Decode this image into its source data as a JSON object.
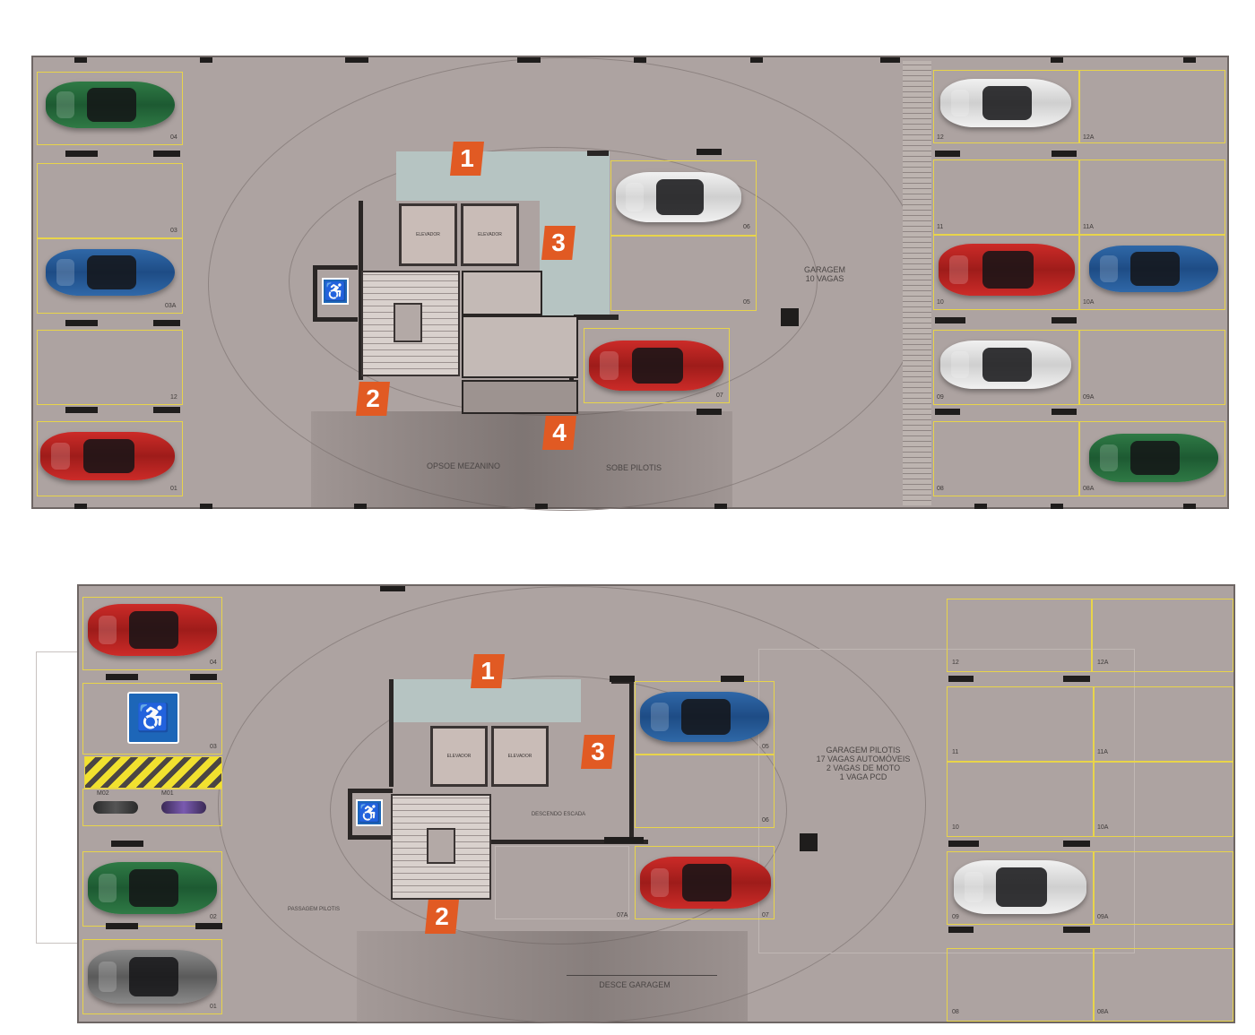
{
  "colors": {
    "floor": "#ada3a1",
    "marker": "#e15a23",
    "pcd_blue": "#1d66b8",
    "spot_line": "#e8d44a"
  },
  "icons": {
    "accessible": "wheelchair-icon",
    "pcd_sign": "accessible-parking-icon"
  },
  "top_plan": {
    "markers": [
      "1",
      "2",
      "3",
      "4"
    ],
    "elevator_left": "ELEVADOR",
    "elevator_right": "ELEVADOR",
    "garage_text": "GARAGEM\n10 VAGAS",
    "mezzanine_text": "OPSOE MEZANINO",
    "pilotis_text": "SOBE PILOTIS",
    "left_spots": [
      "04",
      "03",
      "03A",
      "12",
      "01"
    ],
    "mid_spots": [
      "06",
      "05",
      "07"
    ],
    "right_col1": [
      "12",
      "11",
      "10",
      "09",
      "08"
    ],
    "right_col2": [
      "12A",
      "11A",
      "10A",
      "09A",
      "08A"
    ]
  },
  "bottom_plan": {
    "markers": [
      "1",
      "2",
      "3"
    ],
    "elevator_left": "ELEVADOR",
    "elevator_right": "ELEVADOR",
    "garage_text": "GARAGEM PILOTIS\n17 VAGAS AUTOMÓVEIS\n2 VAGAS DE MOTO\n1 VAGA PCD",
    "descent_text": "DESCE GARAGEM",
    "mezzanine_text": "PASSAGEM PILOTIS",
    "core_text": "DESCENDO ESCADA",
    "left_spots": [
      "04",
      "03",
      "02",
      "01"
    ],
    "moto_spots": [
      "M02",
      "M01"
    ],
    "mid_spots": [
      "05",
      "06",
      "07A",
      "07"
    ],
    "right_col1": [
      "12",
      "11",
      "10",
      "09",
      "08"
    ],
    "right_col2": [
      "12A",
      "11A",
      "10A",
      "09A",
      "08A"
    ]
  }
}
